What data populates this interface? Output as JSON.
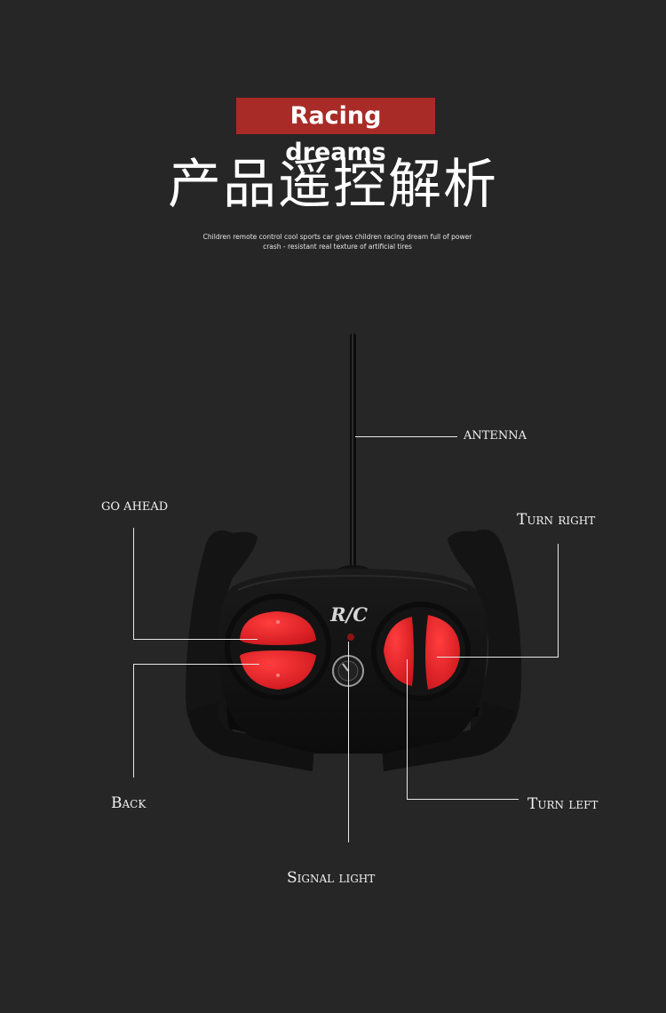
{
  "header": {
    "badge": "Racing dreams",
    "title": "产品遥控解析",
    "subtitle_line1": "Children remote control cool sports car gives children racing dream full of power",
    "subtitle_line2": "crash - resistant real texture of artificial tires"
  },
  "remote": {
    "logo": "R/C"
  },
  "labels": {
    "antenna": "ANTENNA",
    "go_ahead": "GO AHEAD",
    "turn_right": "Turn right",
    "back": "Back",
    "turn_left": "Turn left",
    "signal_light": "Signal light"
  },
  "colors": {
    "background": "#262626",
    "badge": "#a82b27",
    "button_red": "#e8232a"
  }
}
